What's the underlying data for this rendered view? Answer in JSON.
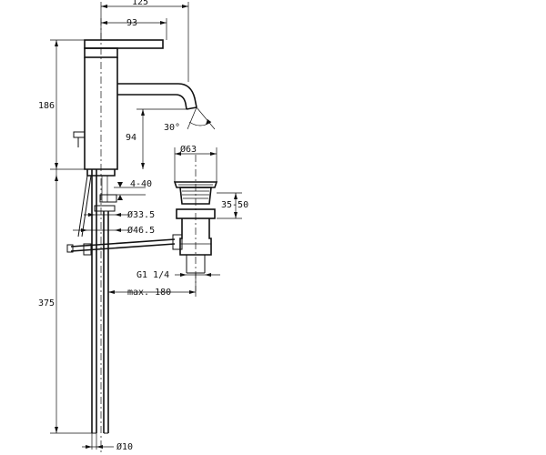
{
  "dimensions": {
    "total_height_upper": "186",
    "total_height_lower": "375",
    "spout_reach": "125",
    "spout_offset": "93",
    "spout_height": "94",
    "spout_angle": "30°",
    "deck_thickness": "4-40",
    "hole_diameter": "Ø33.5",
    "base_diameter": "Ø46.5",
    "hose_diameter": "Ø10",
    "rod_length": "max. 180",
    "waste_diameter": "Ø63",
    "waste_height": "35-50",
    "waste_thread": "G1 1/4"
  }
}
